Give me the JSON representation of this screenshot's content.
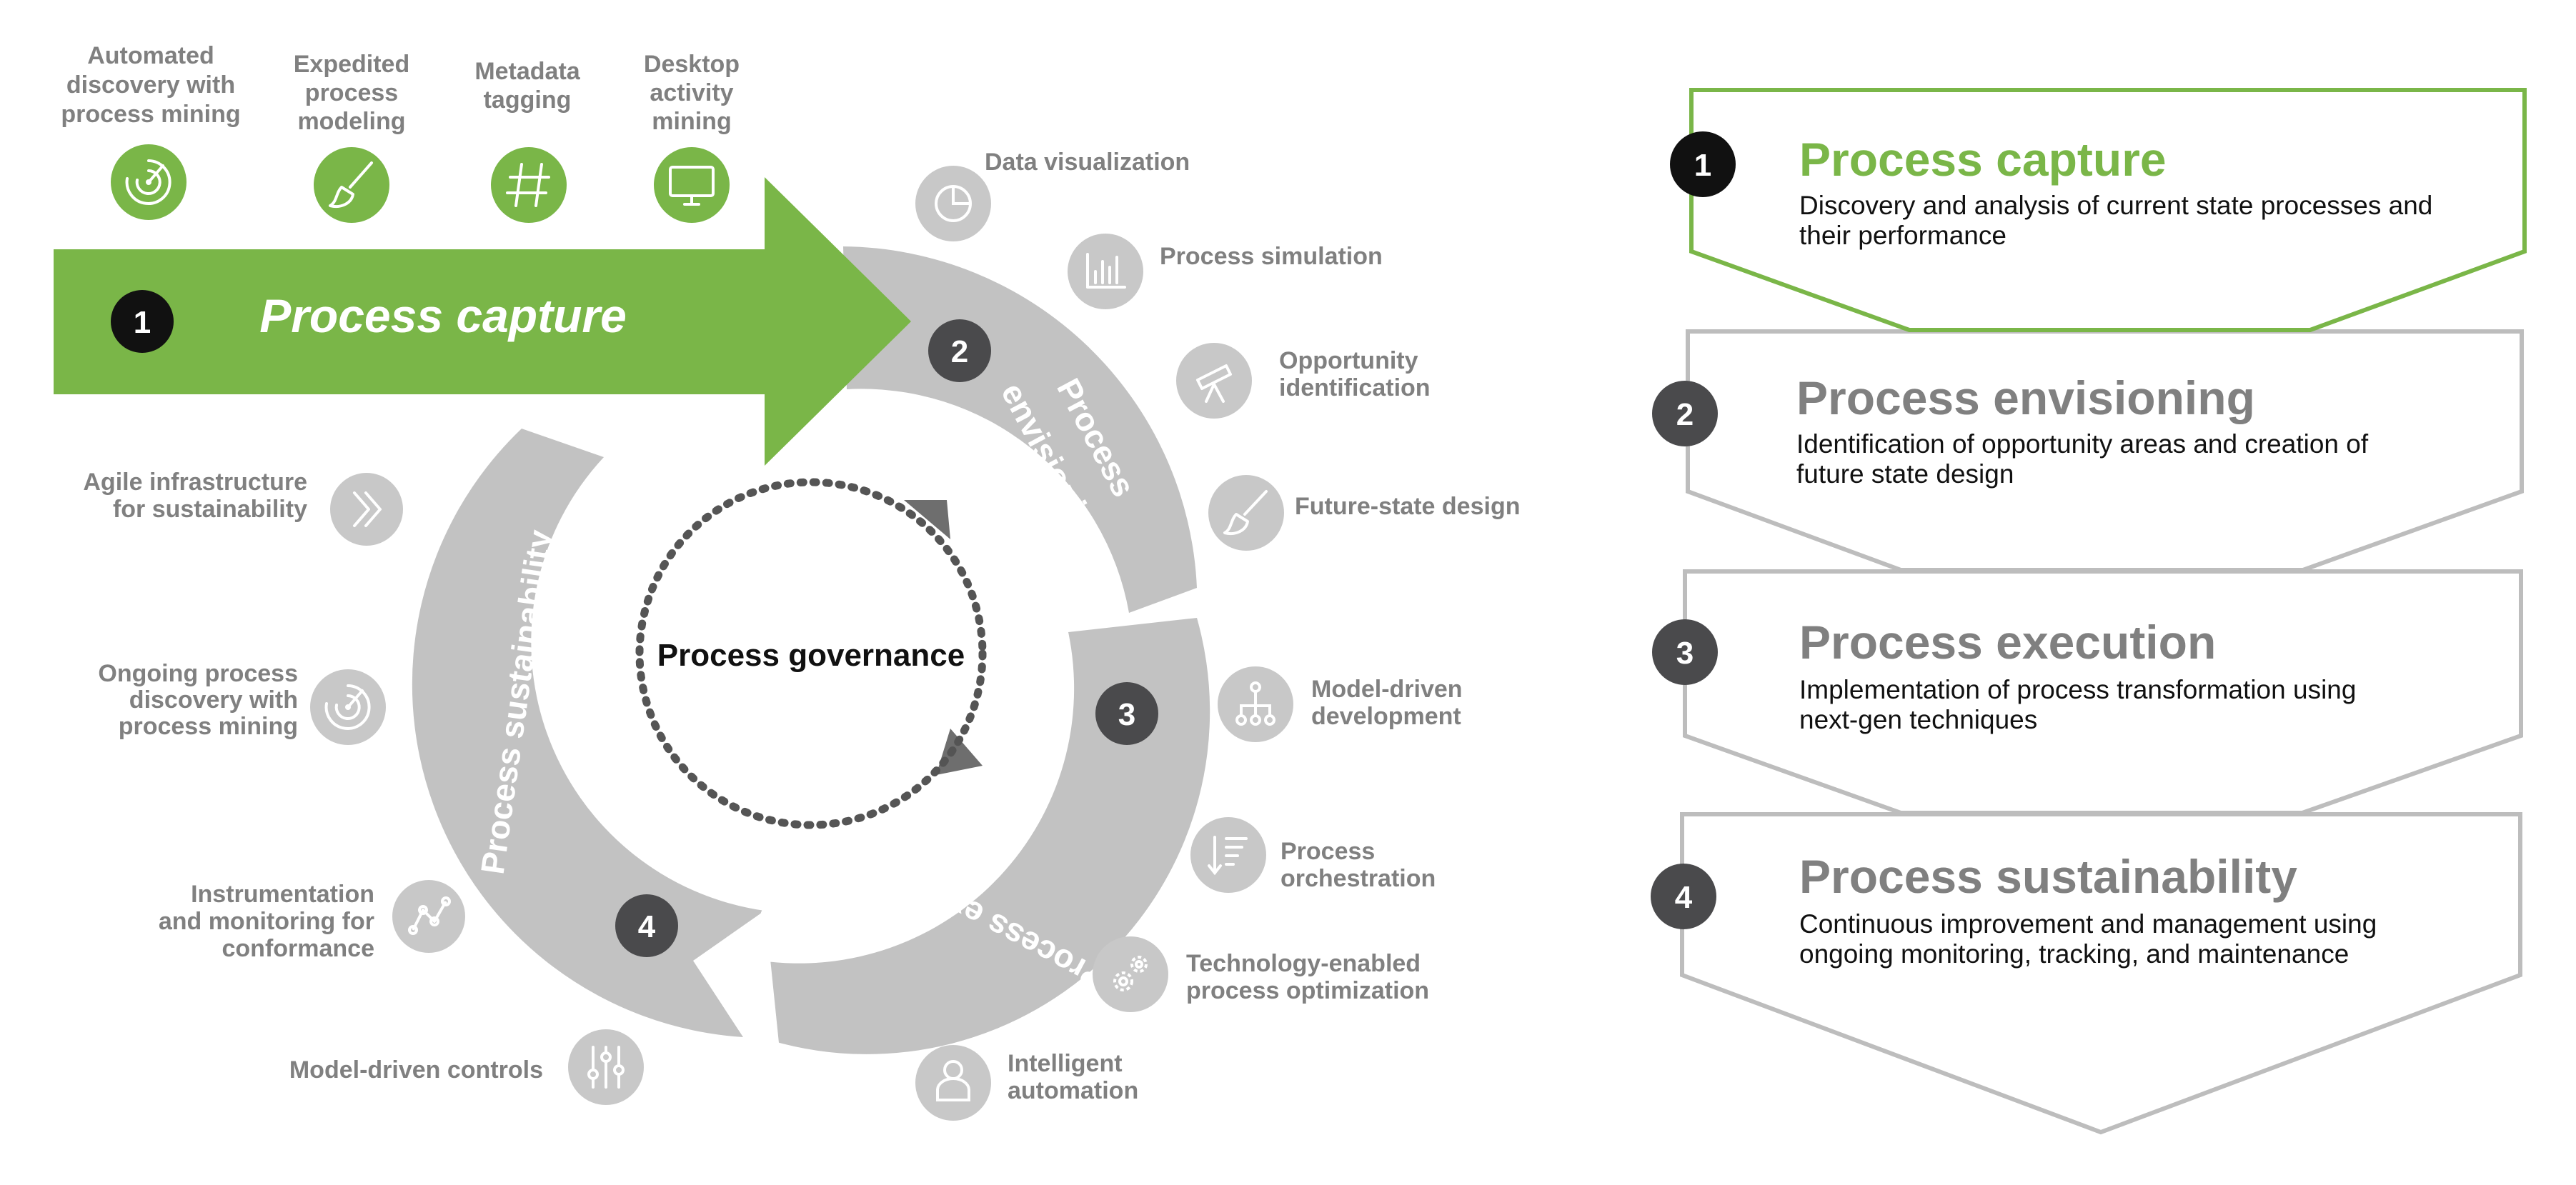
{
  "colors": {
    "green": "#7ab648",
    "gray": "#c2c2c2",
    "dark_gray": "#4a4a4c",
    "text_gray": "#808080",
    "black": "#111111",
    "icon_circle": "#c8c8c8",
    "dots": "#555555"
  },
  "top_capabilities": [
    {
      "lines": [
        "Automated",
        "discovery with",
        "process mining"
      ],
      "icon": "radar-icon"
    },
    {
      "lines": [
        "Expedited",
        "process",
        "modeling"
      ],
      "icon": "paintbrush-icon"
    },
    {
      "lines": [
        "Metadata",
        "tagging"
      ],
      "icon": "hashtag-icon"
    },
    {
      "lines": [
        "Desktop",
        "activity",
        "mining"
      ],
      "icon": "monitor-icon"
    }
  ],
  "arrow": {
    "number": "1",
    "label": "Process capture"
  },
  "cycle": {
    "center_label": "Process governance",
    "segments": [
      {
        "number": "2",
        "label_lines": [
          "Process",
          "envisioning"
        ]
      },
      {
        "number": "3",
        "label_lines": [
          "Process execution"
        ]
      },
      {
        "number": "4",
        "label_lines": [
          "Process sustainability"
        ]
      }
    ]
  },
  "right_capabilities": [
    {
      "lines": [
        "Data visualization"
      ],
      "icon": "pie-chart-icon"
    },
    {
      "lines": [
        "Process simulation"
      ],
      "icon": "bar-chart-icon"
    },
    {
      "lines": [
        "Opportunity",
        "identification"
      ],
      "icon": "telescope-icon"
    },
    {
      "lines": [
        "Future-state design"
      ],
      "icon": "paintbrush-icon"
    },
    {
      "lines": [
        "Model-driven",
        "development"
      ],
      "icon": "hierarchy-icon"
    },
    {
      "lines": [
        "Process",
        "orchestration"
      ],
      "icon": "sort-list-icon"
    },
    {
      "lines": [
        "Technology-enabled",
        "process optimization"
      ],
      "icon": "gears-icon"
    },
    {
      "lines": [
        "Intelligent",
        "automation"
      ],
      "icon": "person-icon"
    }
  ],
  "left_capabilities": [
    {
      "lines": [
        "Agile infrastructure",
        "for sustainability"
      ],
      "icon": "double-chevron-icon"
    },
    {
      "lines": [
        "Ongoing process",
        "discovery with",
        "process mining"
      ],
      "icon": "radar-icon"
    },
    {
      "lines": [
        "Instrumentation",
        "and monitoring for",
        "conformance"
      ],
      "icon": "line-graph-icon"
    },
    {
      "lines": [
        "Model-driven controls"
      ],
      "icon": "sliders-icon"
    }
  ],
  "stages": [
    {
      "number": "1",
      "title": "Process capture",
      "desc_lines": [
        "Discovery and analysis of current state processes and",
        "their performance"
      ],
      "highlight": true
    },
    {
      "number": "2",
      "title": "Process envisioning",
      "desc_lines": [
        "Identification of opportunity areas and creation of",
        "future state design"
      ],
      "highlight": false
    },
    {
      "number": "3",
      "title": "Process execution",
      "desc_lines": [
        "Implementation of process transformation using",
        "next-gen techniques"
      ],
      "highlight": false
    },
    {
      "number": "4",
      "title": "Process sustainability",
      "desc_lines": [
        "Continuous improvement and management using",
        "ongoing monitoring, tracking, and maintenance"
      ],
      "highlight": false
    }
  ]
}
